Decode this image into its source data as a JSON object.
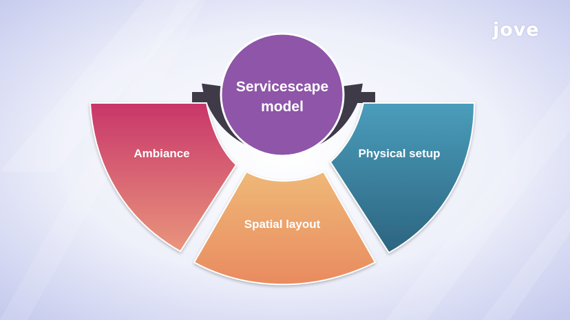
{
  "logo": {
    "text": "jove"
  },
  "diagram": {
    "center": {
      "line1": "Servicescape",
      "line2": "model",
      "color": "#8e55a8"
    },
    "segments": [
      {
        "id": "ambiance",
        "label": "Ambiance",
        "color_top": "#c8366a",
        "color_bottom": "#e9957c"
      },
      {
        "id": "spatial-layout",
        "label": "Spatial layout",
        "color_top": "#efb877",
        "color_bottom": "#e98b60"
      },
      {
        "id": "physical-setup",
        "label": "Physical setup",
        "color_top": "#4a9dbb",
        "color_bottom": "#2c6480"
      }
    ],
    "frame_color": "#3e3a48"
  }
}
